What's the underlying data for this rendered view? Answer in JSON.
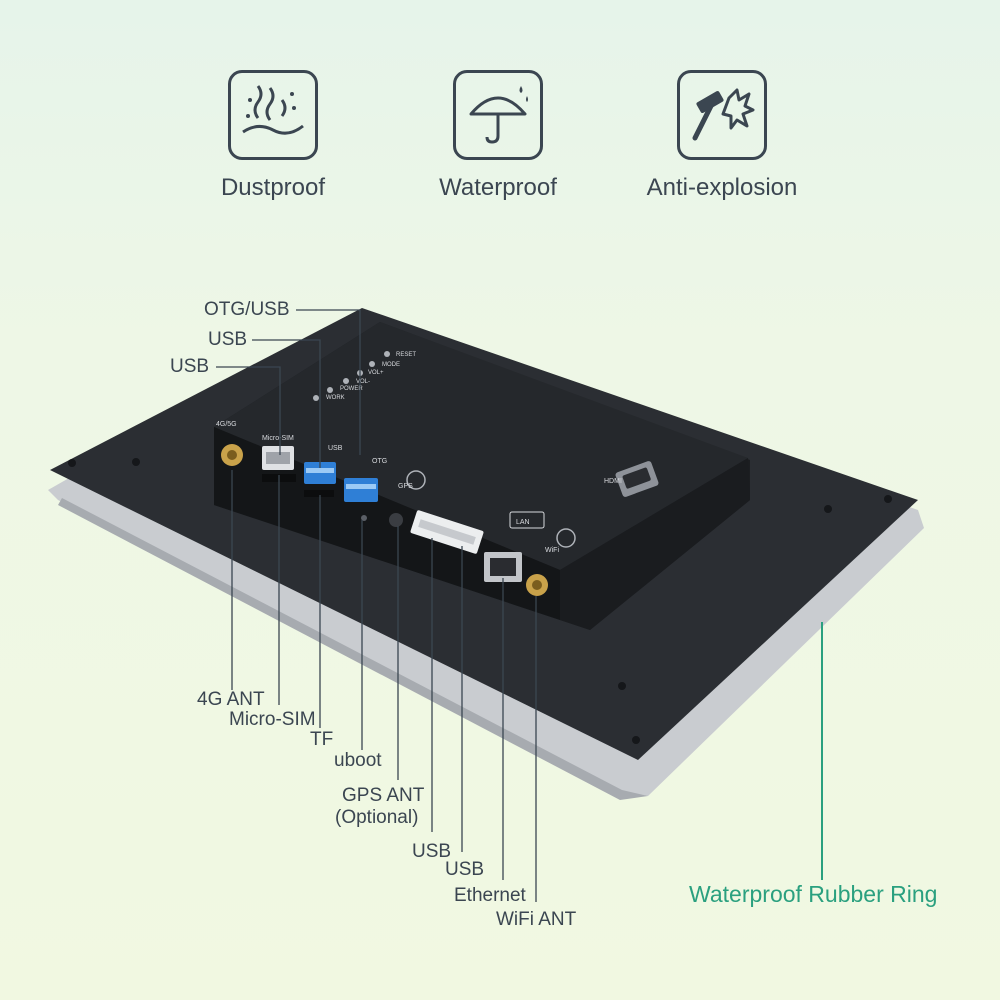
{
  "features": [
    {
      "icon": "dustproof-icon",
      "label": "Dustproof"
    },
    {
      "icon": "umbrella-icon",
      "label": "Waterproof"
    },
    {
      "icon": "hammer-icon",
      "label": "Anti-explosion"
    }
  ],
  "callouts": {
    "otg_usb": "OTG/USB",
    "usb_top": "USB",
    "usb_mid": "USB",
    "ant_4g": "4G ANT",
    "micro_sim": "Micro-SIM",
    "tf": "TF",
    "uboot": "uboot",
    "gps_ant": "GPS ANT",
    "gps_optional": "(Optional)",
    "usb_a": "USB",
    "usb_b": "USB",
    "ethernet": "Ethernet",
    "wifi_ant": "WiFi ANT",
    "rubber_ring": "Waterproof Rubber Ring"
  },
  "device_text": {
    "lan": "LAN",
    "wifi": "WiFi",
    "gps": "GPS",
    "ant_4g5g": "4G/5G",
    "micro_sim": "Micro-SIM",
    "otg": "OTG",
    "usb": "USB",
    "hdmi": "HDMI",
    "reset": "RESET",
    "mode": "MODE",
    "vol_up": "VOL+",
    "vol_down": "VOL-",
    "power": "POWER",
    "work": "WORK"
  },
  "colors": {
    "accent": "#2aa07f",
    "text": "#3b4651",
    "panel": "#2b2e33",
    "box": "#1c1e21",
    "bezel": "#c9ccd0",
    "usb_blue": "#2f7fd6",
    "gold": "#c9a24a"
  }
}
